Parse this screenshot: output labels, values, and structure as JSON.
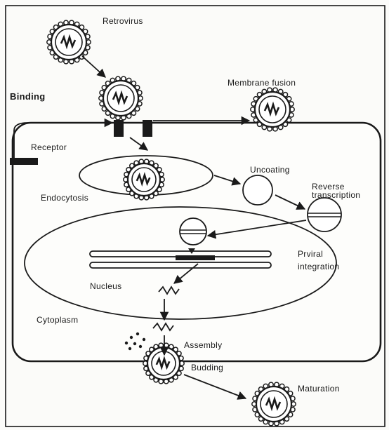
{
  "labels": {
    "retrovirus": "Retrovirus",
    "binding": "Binding",
    "membrane_fusion": "Membrane fusion",
    "receptor": "Receptor",
    "uncoating": "Uncoating",
    "reverse": "Reverse",
    "transcription": "transcription",
    "endocytosis": "Endocytosis",
    "proviral": "Prviral",
    "integration": "integration",
    "nucleus": "Nucleus",
    "cytoplasm": "Cytoplasm",
    "assembly": "Assembly",
    "budding": "Budding",
    "maturation": "Maturation"
  },
  "colors": {
    "ink": "#1a1a1a",
    "paper": "#fbfbf9"
  }
}
